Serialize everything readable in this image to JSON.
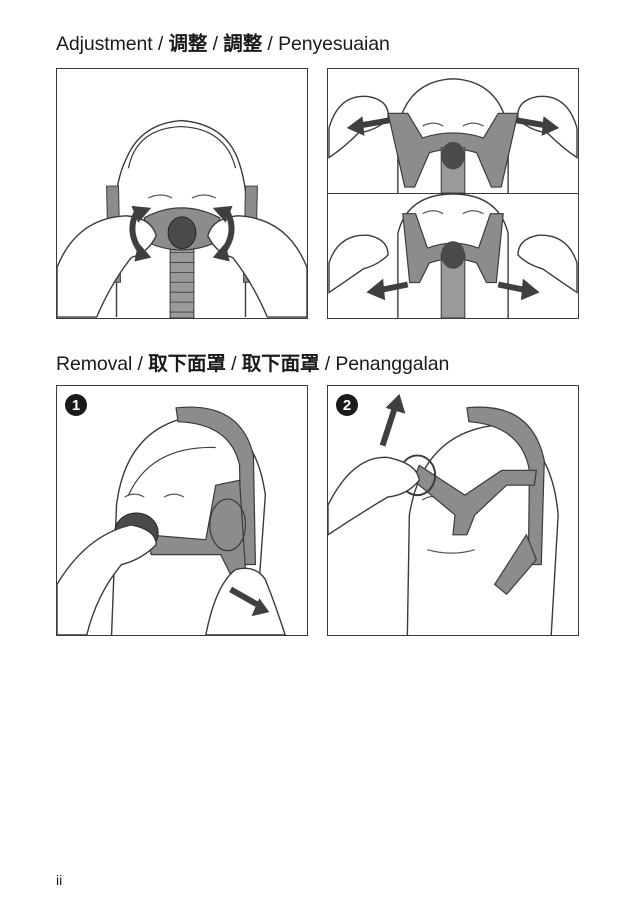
{
  "sections": {
    "adjustment": {
      "title_latin": "Adjustment / ",
      "title_cjk_1": "调整",
      "sep_1": " / ",
      "title_cjk_2": "調整",
      "sep_2": " / Penyesuaian"
    },
    "removal": {
      "title_latin": "Removal / ",
      "title_cjk_1": "取下面罩",
      "sep_1": " / ",
      "title_cjk_2": "取下面罩",
      "sep_2": " / Penanggalan",
      "steps": [
        "1",
        "2"
      ]
    }
  },
  "page_number": "ii",
  "colors": {
    "line": "#3a3a3a",
    "mask": "#8c8c8c",
    "mask_dark": "#4a4a4a",
    "arrow": "#3f3f3f"
  }
}
